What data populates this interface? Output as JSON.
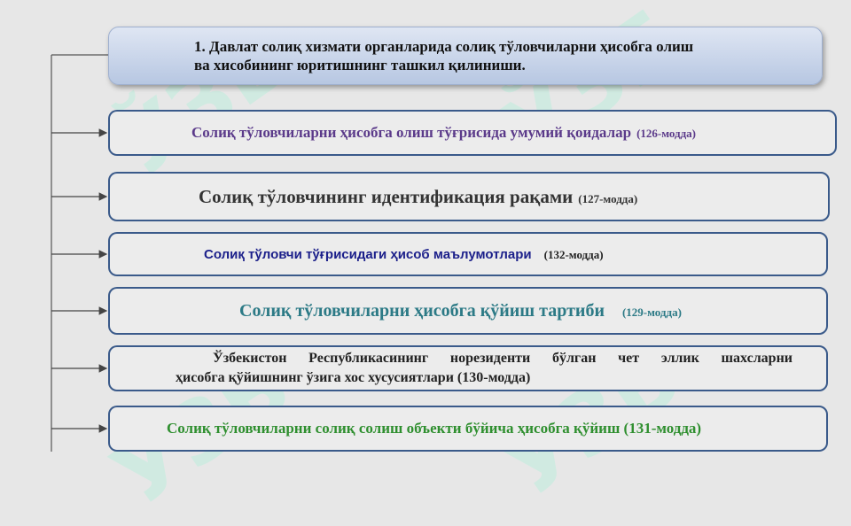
{
  "watermark": "ЎЗБ",
  "title": {
    "line1": "1. Давлат солиқ хизмати органларида солиқ тўловчиларни ҳисобга олиш",
    "line2": "ва хисобининг юритишнинг ташкил қилиниши."
  },
  "items": [
    {
      "text": "Солиқ тўловчиларни ҳисобга олиш тўғрисида умумий қоидалар",
      "ref": "(126-модда)"
    },
    {
      "text": "Солиқ тўловчининг идентификация рақами",
      "ref": "(127-модда)"
    },
    {
      "text": "Солиқ тўловчи тўғрисидаги ҳисоб маълумотлари",
      "ref": "(132-модда)"
    },
    {
      "text": "Солиқ тўловчиларни ҳисобга қўйиш тартиби",
      "ref": "(129-модда)"
    },
    {
      "line1": "Ўзбекистон Республикасининг норезиденти бўлган чет эллик шахсларни",
      "line2": "ҳисобга қўйишнинг ўзига хос хусусиятлари (130-модда)"
    },
    {
      "text": "Солиқ тўловчиларни солиқ солиш объекти бўйича ҳисобга қўйиш (131-модда)"
    }
  ],
  "colors": {
    "border": "#3a5a8a",
    "item1": "#5b3a8a",
    "item3": "#1b1f8a",
    "item4": "#2c7a86",
    "item6": "#2f8f2f"
  }
}
